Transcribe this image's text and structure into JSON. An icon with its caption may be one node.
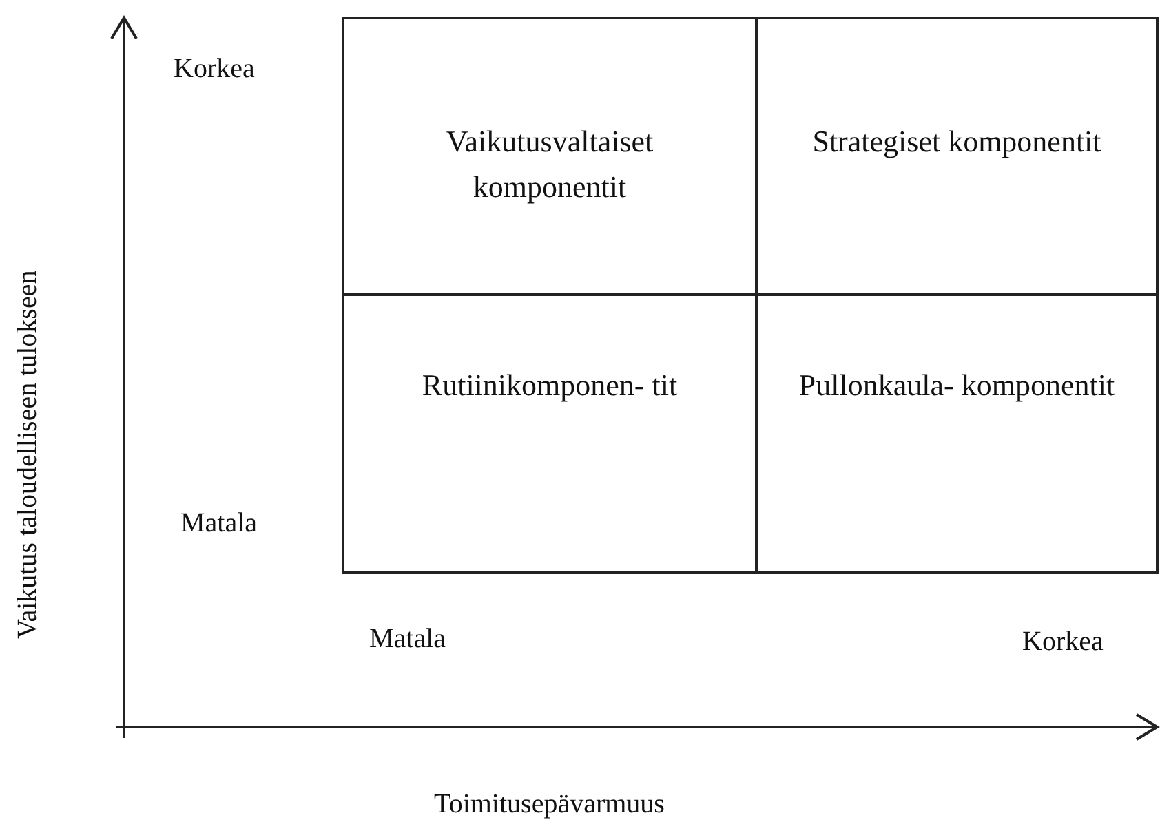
{
  "diagram": {
    "nodes": [
      {
        "text": [
          "Vaikutusvaltaiset komponentit"
        ]
      },
      {
        "text": [
          "Strategiset komponentit"
        ]
      },
      {
        "text": [
          "Rutiinikomponen- tit"
        ]
      },
      {
        "text": [
          "Pullonkaula- komponentit"
        ]
      }
    ],
    "labels": [
      "Korkea",
      "Matala",
      "Matala",
      "Korkea",
      "Vaikutus taloudelliseen tulokseen",
      "Toimitusepävarmuus"
    ]
  }
}
